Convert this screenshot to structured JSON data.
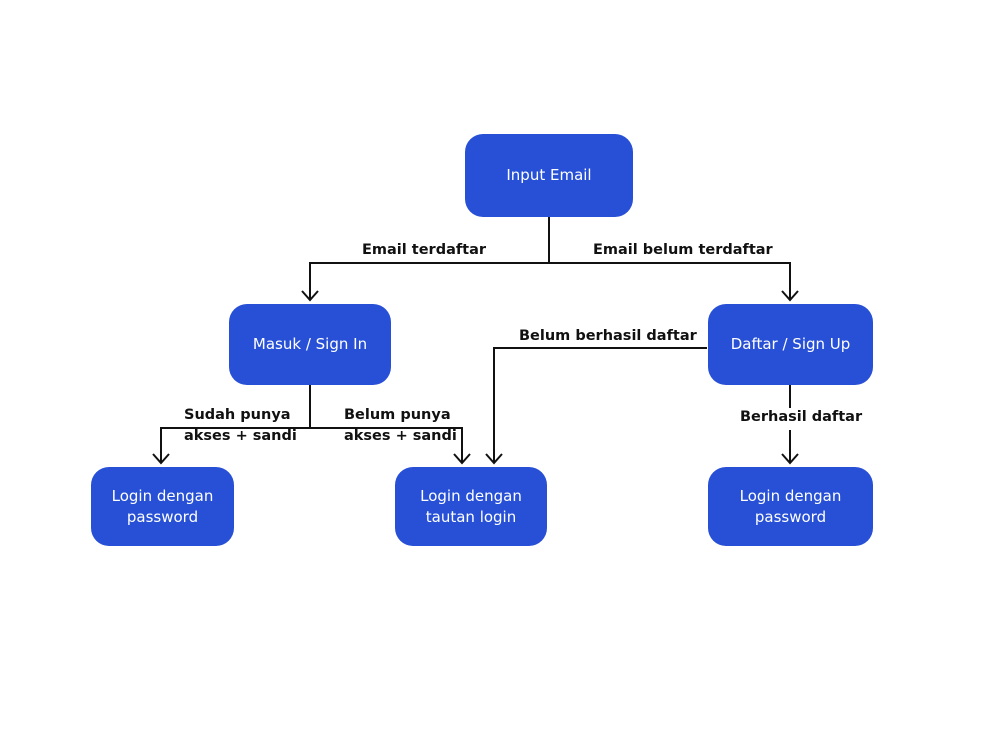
{
  "colors": {
    "node_fill": "#2750d6",
    "node_text": "#ffffff",
    "connector": "#111111",
    "label_text": "#111111",
    "background": "#ffffff"
  },
  "nodes": {
    "input_email": {
      "lines": [
        "Input Email"
      ]
    },
    "masuk_sign_in": {
      "lines": [
        "Masuk / Sign In"
      ]
    },
    "daftar_sign_up": {
      "lines": [
        "Daftar / Sign Up"
      ]
    },
    "login_password_left": {
      "lines": [
        "Login dengan",
        "password"
      ]
    },
    "login_tautan": {
      "lines": [
        "Login dengan",
        "tautan login"
      ]
    },
    "login_password_right": {
      "lines": [
        "Login dengan",
        "password"
      ]
    }
  },
  "edge_labels": {
    "email_terdaftar": {
      "lines": [
        "Email terdaftar"
      ]
    },
    "email_belum_terdaftar": {
      "lines": [
        "Email belum terdaftar"
      ]
    },
    "sudah_punya": {
      "lines": [
        "Sudah punya",
        "akses + sandi"
      ]
    },
    "belum_punya": {
      "lines": [
        "Belum punya",
        "akses + sandi"
      ]
    },
    "belum_berhasil_daftar": {
      "lines": [
        "Belum berhasil daftar"
      ]
    },
    "berhasil_daftar": {
      "lines": [
        "Berhasil daftar"
      ]
    }
  }
}
